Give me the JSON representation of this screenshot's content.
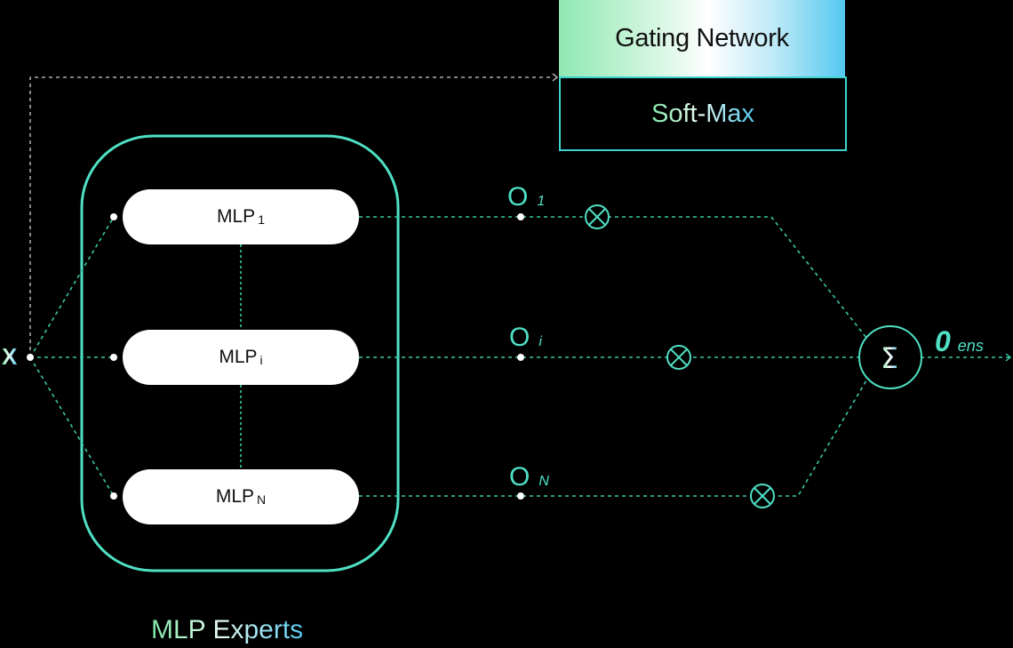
{
  "diagram": {
    "title": "Mixture of MLP Experts",
    "input_label": "X",
    "gating": {
      "network_label": "Gating Network",
      "softmax_label": "Soft-Max"
    },
    "experts": {
      "group_label": "MLP Experts",
      "items": [
        {
          "label": "MLP",
          "sub": "1"
        },
        {
          "label": "MLP",
          "sub": "i"
        },
        {
          "label": "MLP",
          "sub": "N"
        }
      ]
    },
    "outputs": [
      {
        "label": "O",
        "sub": "1"
      },
      {
        "label": "O",
        "sub": "i"
      },
      {
        "label": "O",
        "sub": "N"
      }
    ],
    "multiply_symbol": "⊗",
    "sum_symbol": "Σ",
    "ensemble": {
      "label": "0",
      "sub": "ens"
    },
    "colors": {
      "accent": "#4fe0c4",
      "border": "#3fd3d0",
      "background": "#000000",
      "node": "#ffffff"
    }
  }
}
